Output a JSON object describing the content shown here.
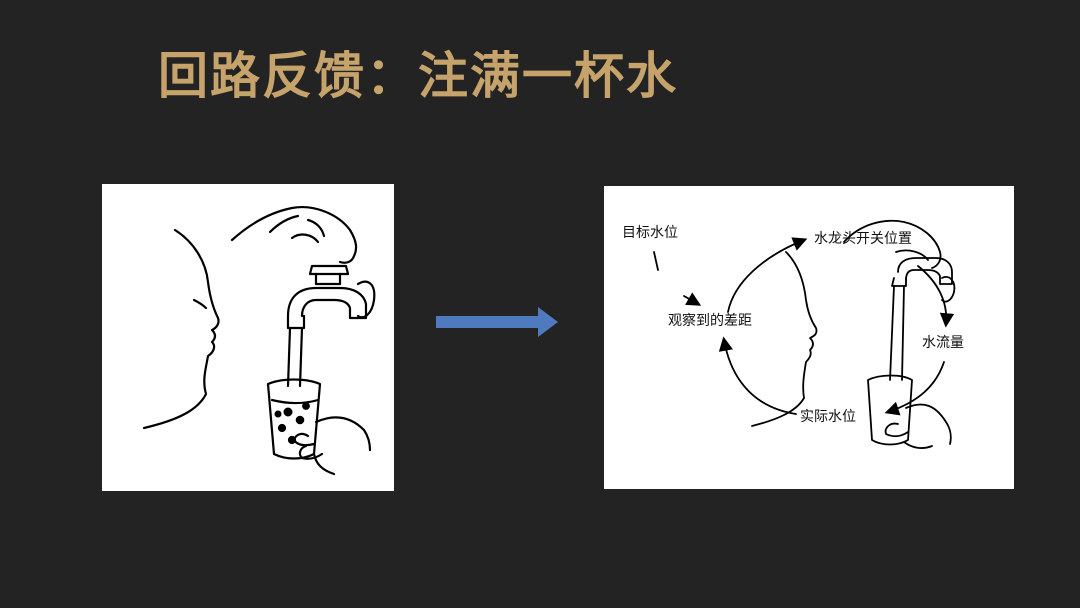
{
  "slide": {
    "title": "回路反馈：注满一杯水"
  },
  "left_illustration": {
    "content": "person-filling-glass-at-faucet"
  },
  "transition_arrow": {
    "color": "#4f7ac0",
    "direction": "right"
  },
  "feedback_loop": {
    "labels": {
      "target_level": "目标水位",
      "perceived_gap": "观察到的差距",
      "faucet_position": "水龙头开关位置",
      "water_flow": "水流量",
      "actual_level": "实际水位"
    }
  },
  "colors": {
    "background": "#232324",
    "title": "#c5a36b",
    "panel": "#ffffff",
    "ink": "#111111"
  }
}
